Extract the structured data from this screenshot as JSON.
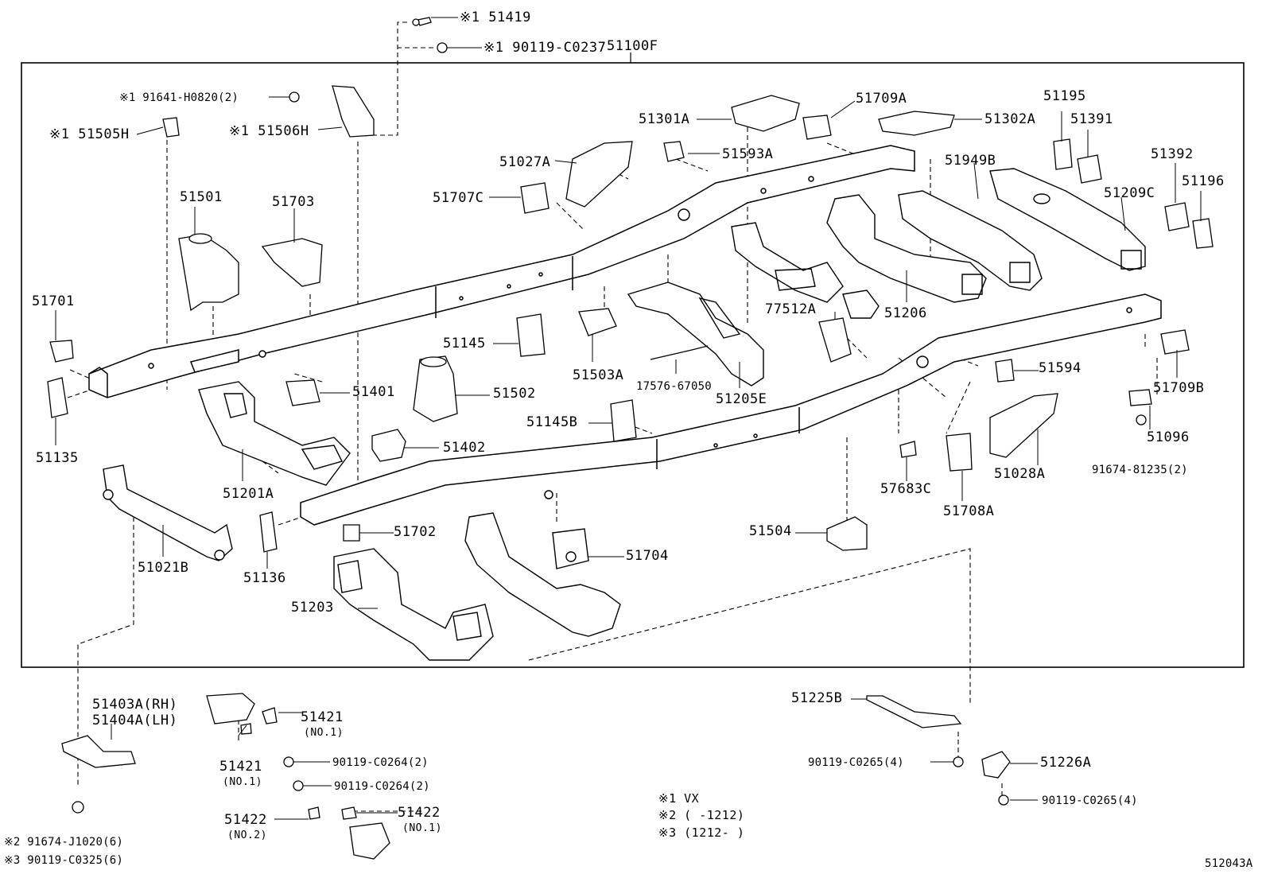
{
  "diagram_code": "512043A",
  "assembly_label": "51100F",
  "notes": {
    "n1": "※1  VX",
    "n2": "※2 (      -1212)",
    "n3": "※3 (1212-      )"
  },
  "parts": {
    "p51419": "※1 51419",
    "p90119_C0237": "※1 90119-C0237",
    "p91641": "※1 91641-H0820(2)",
    "p51505H": "※1 51505H",
    "p51506H": "※1 51506H",
    "p51301A": "51301A",
    "p51709A": "51709A",
    "p51302A": "51302A",
    "p51195": "51195",
    "p51391": "51391",
    "p51392": "51392",
    "p51196": "51196",
    "p51027A": "51027A",
    "p51593A": "51593A",
    "p51949B": "51949B",
    "p51209C": "51209C",
    "p51707C": "51707C",
    "p51501": "51501",
    "p51703": "51703",
    "p51701": "51701",
    "p51206": "51206",
    "p77512A": "77512A",
    "p51145": "51145",
    "p51503A": "51503A",
    "p17576": "17576-67050",
    "p51205E": "51205E",
    "p51594": "51594",
    "p51709B": "51709B",
    "p51401": "51401",
    "p51502": "51502",
    "p51135": "51135",
    "p51145B": "51145B",
    "p51096": "51096",
    "p91674_81235": "91674-81235(2)",
    "p51402": "51402",
    "p51201A": "51201A",
    "p57683C": "57683C",
    "p51028A": "51028A",
    "p51708A": "51708A",
    "p51702": "51702",
    "p51504": "51504",
    "p51704": "51704",
    "p51021B": "51021B",
    "p51136": "51136",
    "p51203": "51203",
    "p51225B": "51225B",
    "p90119_C0265_a": "90119-C0265(4)",
    "p51226A": "51226A",
    "p90119_C0265_b": "90119-C0265(4)",
    "p51403A": "51403A(RH)",
    "p51404A": "51404A(LH)",
    "p51421_a": "51421",
    "p51421_a_sub": "(NO.1)",
    "p51421_b": "51421",
    "p51421_b_sub": "(NO.1)",
    "p90119_C0264_a": "90119-C0264(2)",
    "p90119_C0264_b": "90119-C0264(2)",
    "p51422_a": "51422",
    "p51422_a_sub": "(NO.2)",
    "p51422_b": "51422",
    "p51422_b_sub": "(NO.1)",
    "p91674_J1020": "※2 91674-J1020(6)",
    "p90119_C0325": "※3 90119-C0325(6)"
  }
}
